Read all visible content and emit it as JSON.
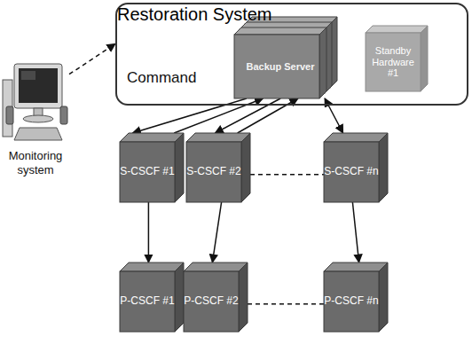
{
  "diagram": {
    "nodes": [
      {
        "text": [
          "Restoration System"
        ]
      },
      {
        "text": [
          "Backup Server"
        ],
        "in": 0
      },
      {
        "text": [
          "Standby Hardware #1"
        ],
        "in": 0
      },
      {
        "text": [
          "Monitoring system"
        ]
      },
      {
        "text": [
          "S-CSCF #1"
        ]
      },
      {
        "text": [
          "S-CSCF #2"
        ]
      },
      {
        "text": [
          "S-CSCF #n"
        ]
      },
      {
        "text": [
          "P-CSCF #1"
        ]
      },
      {
        "text": [
          "P-CSCF #2"
        ]
      },
      {
        "text": [
          "P-CSCF #n"
        ]
      }
    ],
    "edges": [
      {
        "from": 1,
        "to": 4,
        "arrow": "to"
      },
      {
        "from": 4,
        "to": 1,
        "arrow": "to"
      },
      {
        "from": 1,
        "to": 5,
        "arrow": "to"
      },
      {
        "from": 5,
        "to": 1,
        "arrow": "to"
      },
      {
        "from": 1,
        "to": 6,
        "arrow": "both"
      },
      {
        "from": 5,
        "to": 6,
        "arrow": "none"
      },
      {
        "from": 4,
        "to": 7,
        "arrow": "to"
      },
      {
        "from": 5,
        "to": 8,
        "arrow": "to"
      },
      {
        "from": 6,
        "to": 9,
        "arrow": "to"
      },
      {
        "from": 8,
        "to": 9,
        "arrow": "none"
      },
      {
        "from": 3,
        "to": 0,
        "arrow": "to",
        "label": "Command"
      }
    ]
  }
}
